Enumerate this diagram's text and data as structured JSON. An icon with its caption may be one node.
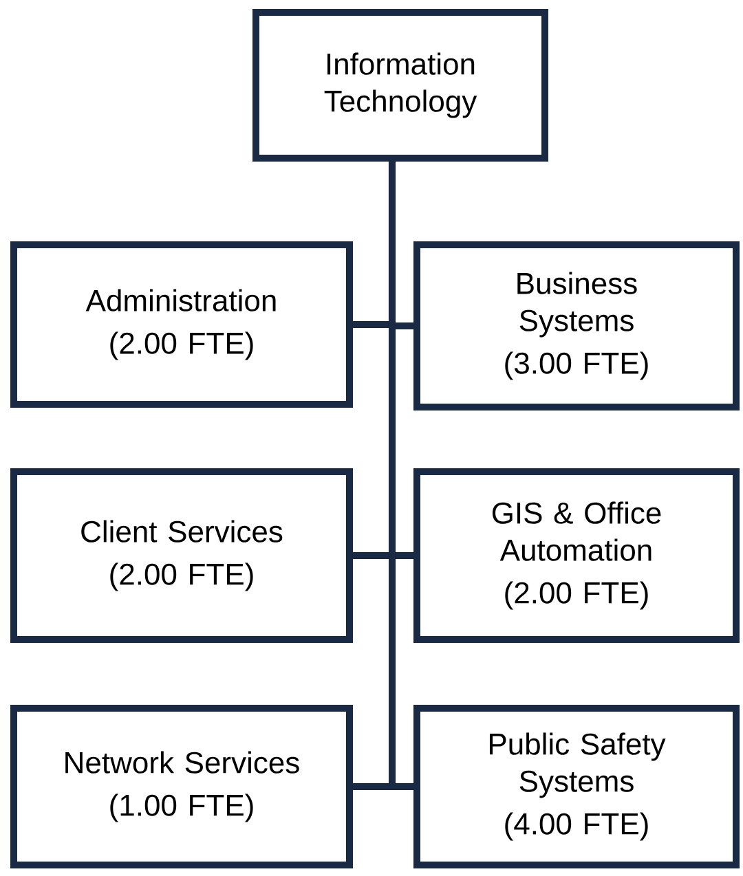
{
  "diagram": {
    "nodes": [
      {
        "text": [
          "Information Technology"
        ]
      },
      {
        "text": [
          "Administration",
          "(2.00 FTE)"
        ]
      },
      {
        "text": [
          "Business Systems",
          "(3.00 FTE)"
        ]
      },
      {
        "text": [
          "Client Services",
          "(2.00 FTE)"
        ]
      },
      {
        "text": [
          "GIS & Office Automation",
          "(2.00 FTE)"
        ]
      },
      {
        "text": [
          "Network Services",
          "(1.00 FTE)"
        ]
      },
      {
        "text": [
          "Public Safety Systems",
          "(4.00 FTE)"
        ]
      }
    ],
    "edges": [
      {
        "from": 0,
        "to": 1,
        "arrow": "none"
      },
      {
        "from": 0,
        "to": 2,
        "arrow": "none"
      },
      {
        "from": 0,
        "to": 3,
        "arrow": "none"
      },
      {
        "from": 0,
        "to": 4,
        "arrow": "none"
      },
      {
        "from": 0,
        "to": 5,
        "arrow": "none"
      },
      {
        "from": 0,
        "to": 6,
        "arrow": "none"
      }
    ]
  }
}
